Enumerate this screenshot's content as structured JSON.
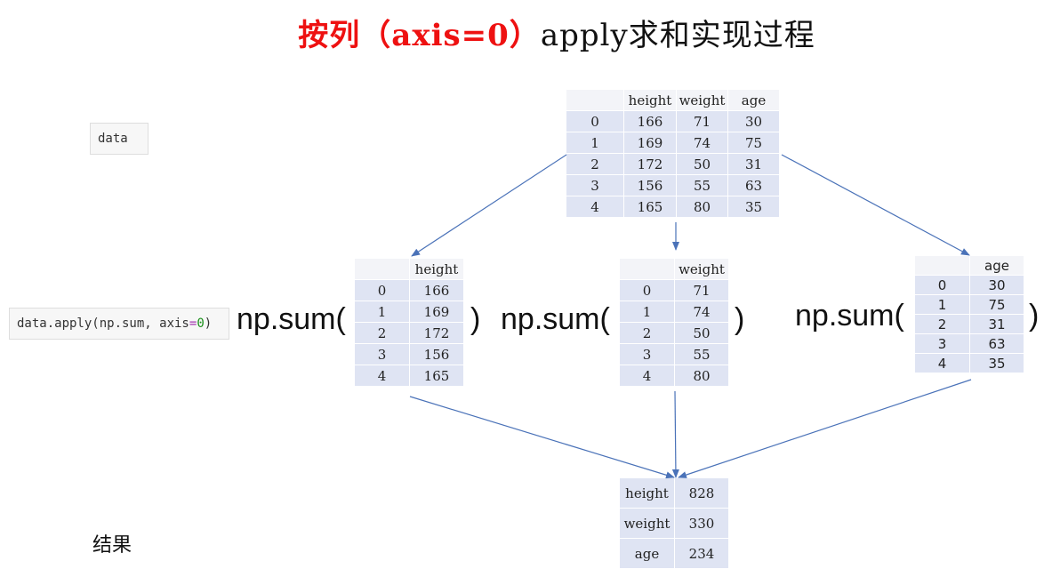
{
  "title": {
    "red": "按列（axis=0）",
    "black": "apply求和实现过程"
  },
  "code": {
    "data": "data",
    "apply_prefix": "data.apply(np.sum, axis",
    "apply_op": "=",
    "apply_num": "0",
    "apply_suffix": ")"
  },
  "source_table": {
    "headers": [
      "",
      "height",
      "weight",
      "age"
    ],
    "rows": [
      [
        "0",
        "166",
        "71",
        "30"
      ],
      [
        "1",
        "169",
        "74",
        "75"
      ],
      [
        "2",
        "172",
        "50",
        "31"
      ],
      [
        "3",
        "156",
        "55",
        "63"
      ],
      [
        "4",
        "165",
        "80",
        "35"
      ]
    ]
  },
  "columns": [
    {
      "header": "height",
      "index": [
        "0",
        "1",
        "2",
        "3",
        "4"
      ],
      "values": [
        "166",
        "169",
        "172",
        "156",
        "165"
      ]
    },
    {
      "header": "weight",
      "index": [
        "0",
        "1",
        "2",
        "3",
        "4"
      ],
      "values": [
        "71",
        "74",
        "50",
        "55",
        "80"
      ]
    },
    {
      "header": "age",
      "index": [
        "0",
        "1",
        "2",
        "3",
        "4"
      ],
      "values": [
        "30",
        "75",
        "31",
        "63",
        "35"
      ]
    }
  ],
  "func_open": "np.sum(",
  "func_close": ")",
  "result_label": "结果",
  "result_table": [
    {
      "label": "height",
      "value": "828"
    },
    {
      "label": "weight",
      "value": "330"
    },
    {
      "label": "age",
      "value": "234"
    }
  ],
  "colors": {
    "title_red": "#ee1111",
    "cell_bg": "#dfe4f3",
    "arrow": "#4a72b8"
  }
}
